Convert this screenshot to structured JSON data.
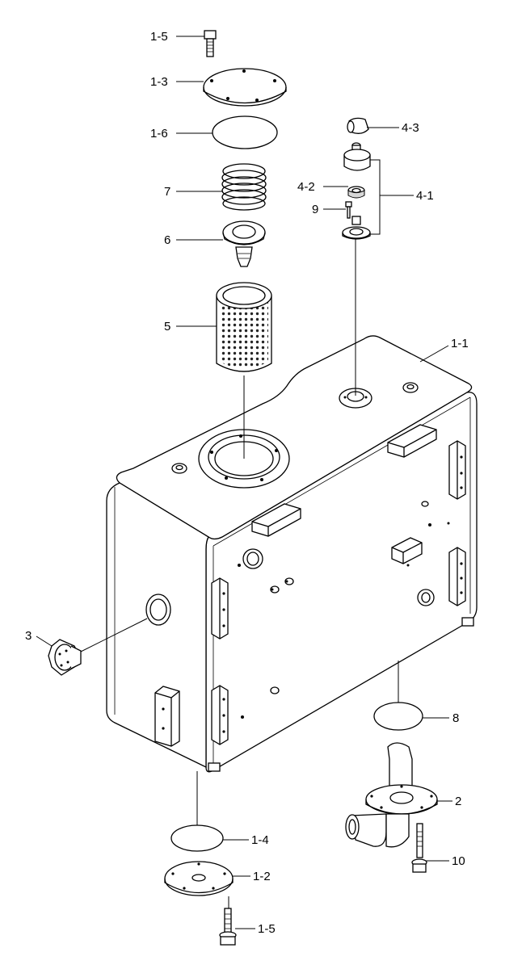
{
  "labels": {
    "l_1_5_top": "1-5",
    "l_1_3": "1-3",
    "l_1_6": "1-6",
    "l_7": "7",
    "l_6": "6",
    "l_5": "5",
    "l_4_3": "4-3",
    "l_4_2": "4-2",
    "l_4_1": "4-1",
    "l_9": "9",
    "l_1_1": "1-1",
    "l_3": "3",
    "l_8": "8",
    "l_2": "2",
    "l_10": "10",
    "l_1_4": "1-4",
    "l_1_2": "1-2",
    "l_1_5_bottom": "1-5"
  }
}
